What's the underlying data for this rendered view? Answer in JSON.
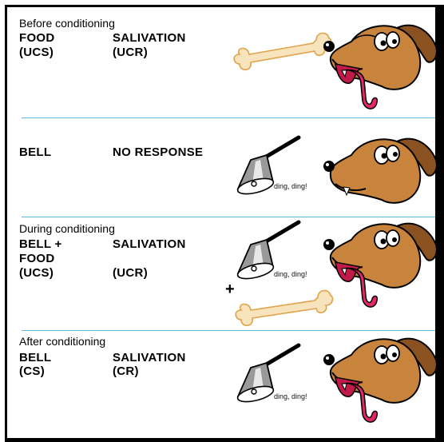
{
  "sections": [
    {
      "heading": "Before conditioning",
      "left_lines": [
        "FOOD",
        "(UCS)"
      ],
      "right_lines": [
        "SALIVATION",
        "(UCR)"
      ],
      "stimulus": "bone",
      "dog_state": "salivating"
    },
    {
      "heading": "",
      "left_lines": [
        "BELL"
      ],
      "right_lines": [
        "NO RESPONSE"
      ],
      "stimulus": "bell",
      "bell_sound": "ding, ding!",
      "dog_state": "neutral"
    },
    {
      "heading": "During conditioning",
      "left_lines": [
        "BELL +",
        "FOOD",
        "(UCS)"
      ],
      "right_lines": [
        "SALIVATION",
        "",
        "(UCR)"
      ],
      "stimulus": "bell + bone",
      "plus": "+",
      "bell_sound": "ding, ding!",
      "dog_state": "salivating"
    },
    {
      "heading": "After conditioning",
      "left_lines": [
        "BELL",
        "(CS)"
      ],
      "right_lines": [
        "SALIVATION",
        "(CR)"
      ],
      "stimulus": "bell",
      "bell_sound": "ding, ding!",
      "dog_state": "salivating"
    }
  ],
  "colors": {
    "divider": "#5fb6dc",
    "dog_fur": "#c8843c",
    "dog_ear": "#8a5220",
    "tongue": "#e0286a",
    "bone": "#f8e4bc",
    "bell": "#9a9a9a"
  },
  "icons": [
    "bone-icon",
    "bell-icon",
    "dog-head-icon"
  ]
}
